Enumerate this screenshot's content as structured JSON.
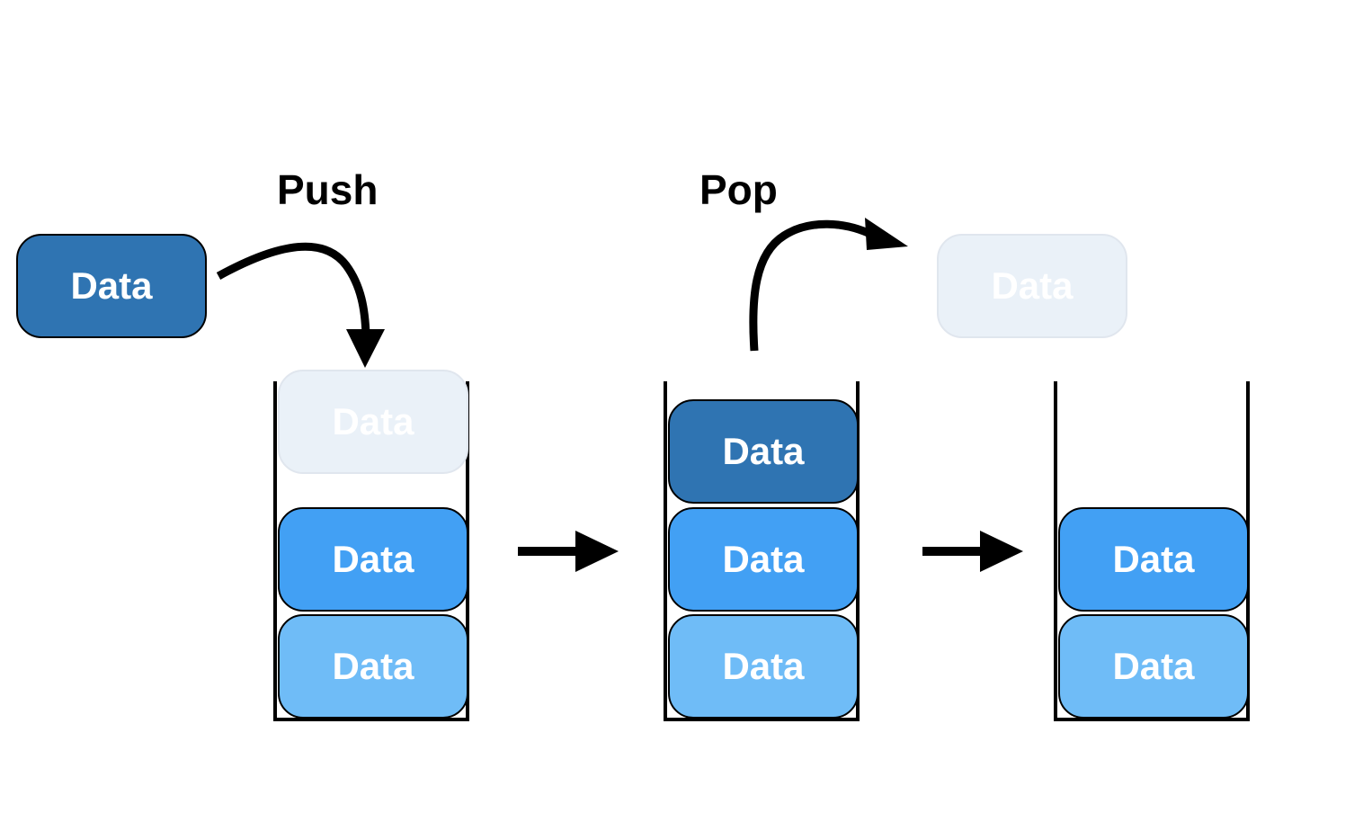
{
  "labels": {
    "push": "Push",
    "pop": "Pop"
  },
  "push_stage": {
    "incoming_block": {
      "text": "Data"
    },
    "ghost_slot": {
      "text": "Data"
    },
    "stack": [
      {
        "text": "Data"
      },
      {
        "text": "Data"
      }
    ]
  },
  "pop_stage": {
    "stack": [
      {
        "text": "Data"
      },
      {
        "text": "Data"
      },
      {
        "text": "Data"
      }
    ]
  },
  "result_stage": {
    "popped_ghost": {
      "text": "Data"
    },
    "stack": [
      {
        "text": "Data"
      },
      {
        "text": "Data"
      }
    ]
  },
  "colors": {
    "top_block": "#2f74b2",
    "middle_block": "#42a0f4",
    "bottom_block": "#6fbcf7",
    "ghost_block": "#eaf1f8",
    "outline": "#000000"
  }
}
